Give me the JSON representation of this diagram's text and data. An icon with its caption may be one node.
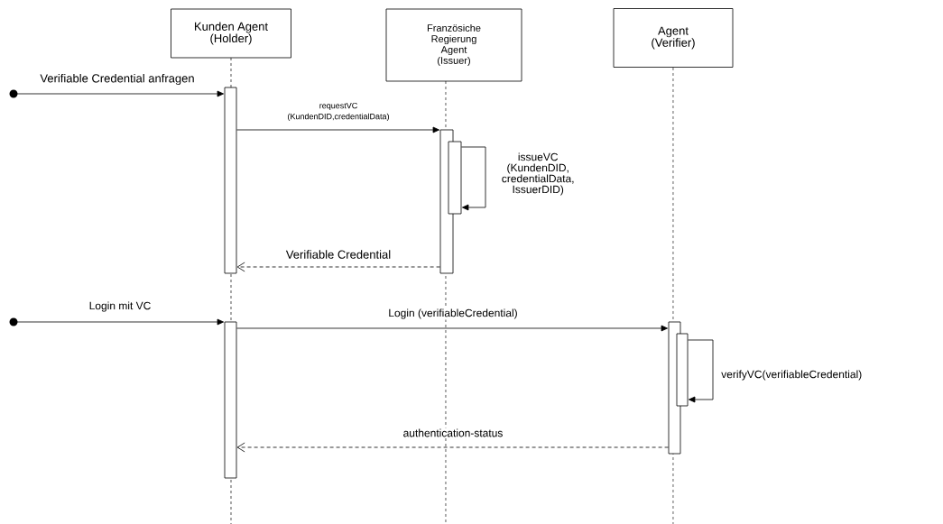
{
  "diagram": {
    "nodes": [
      {
        "text": [
          "Kunden Agent (Holder)"
        ]
      },
      {
        "text": [
          "Französiche Regierung Agent (Issuer)"
        ]
      },
      {
        "text": [
          "Agent (Verifier)"
        ]
      },
      {
        "text": [],
        "shape": "bar"
      },
      {
        "text": [],
        "shape": "bar"
      },
      {
        "text": [],
        "shape": "bar"
      },
      {
        "text": [],
        "shape": "bar"
      },
      {
        "text": [],
        "shape": "bar"
      },
      {
        "text": [],
        "shape": "bar"
      },
      {
        "text": [],
        "shape": "circle"
      },
      {
        "text": [],
        "shape": "circle"
      }
    ],
    "edges": [
      {
        "from": 9,
        "to": 3,
        "arrow": "to",
        "label": "Verifiable Credential anfragen"
      },
      {
        "from": 3,
        "to": 4,
        "arrow": "to",
        "label": "requestVC (KundenDID,credentialData)"
      },
      {
        "from": 5,
        "to": 5,
        "arrow": "to",
        "label": "issueVC (KundenDID, credentialData, IssuerDID)"
      },
      {
        "from": 4,
        "to": 3,
        "arrow": "to",
        "label": "Verifiable Credential",
        "style": "dashed"
      },
      {
        "from": 10,
        "to": 6,
        "arrow": "to",
        "label": "Login mit VC"
      },
      {
        "from": 6,
        "to": 7,
        "arrow": "to",
        "label": "Login (verifiableCredential)"
      },
      {
        "from": 8,
        "to": 8,
        "arrow": "to",
        "label": "verifyVC(verifiableCredential)"
      },
      {
        "from": 7,
        "to": 6,
        "arrow": "to",
        "label": "authentication-status",
        "style": "dashed"
      }
    ]
  }
}
